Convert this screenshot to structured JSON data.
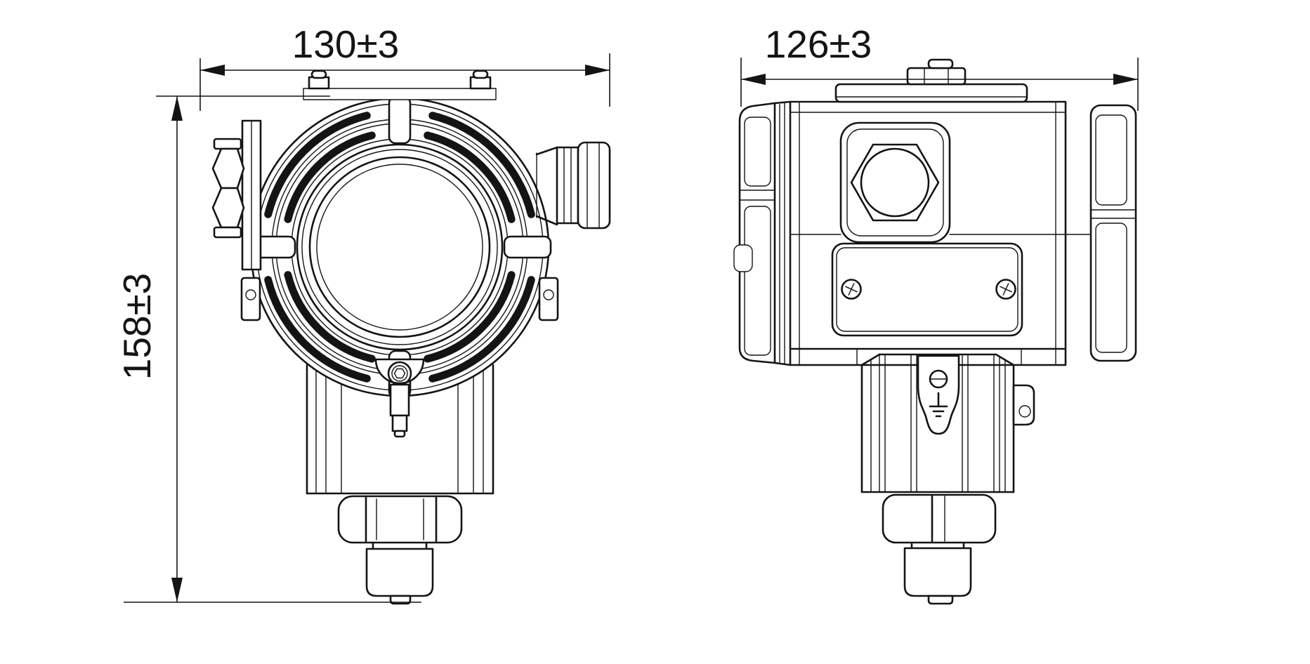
{
  "meta": {
    "type": "engineering-dimension-drawing",
    "subject": "explosion-proof gas detector transmitter, two orthographic views",
    "background_color": "#ffffff",
    "line_color": "#141414"
  },
  "dimensions": {
    "front_width": "130±3",
    "front_height": "158±3",
    "side_width": "126±3"
  },
  "icons": {
    "ground": "earth-ground-symbol",
    "phillips_screw": "phillips-screw-head",
    "slotted_screw": "slotted-screw-head",
    "hex_plug": "hex-plug",
    "cable_gland": "cable-gland"
  }
}
